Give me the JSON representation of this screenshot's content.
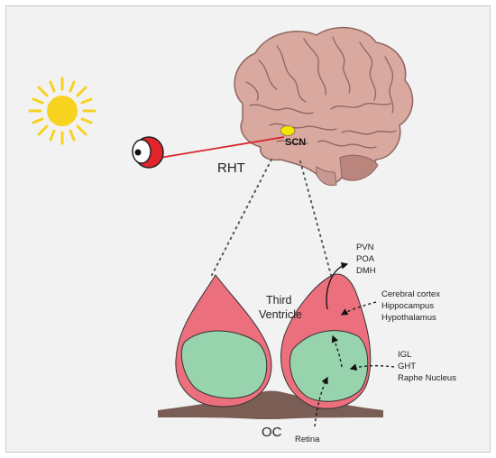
{
  "labels": {
    "scn": "SCN",
    "rht": "RHT",
    "third_ventricle_line1": "Third",
    "third_ventricle_line2": "Ventricle",
    "oc": "OC",
    "retina": "Retina",
    "outputs_top": [
      "PVN",
      "POA",
      "DMH"
    ],
    "inputs_mid": [
      "Cerebral cortex",
      "Hippocampus",
      "Hypothalamus"
    ],
    "inputs_low": [
      "IGL",
      "GHT",
      "Raphe Nucleus"
    ]
  },
  "colors": {
    "background": "#f2f2f2",
    "sun": "#f7d21f",
    "brain": "#d9a89f",
    "brain_shadow": "#b9857d",
    "scn": "#f2e600",
    "eye_red": "#e3242b",
    "rht_line": "#d8262b",
    "nucleus_outer": "#eb6f7c",
    "nucleus_inner": "#97d3ac",
    "chiasm": "#7a5e55"
  },
  "icons": [
    "sun-icon",
    "eye-icon",
    "brain-icon"
  ]
}
